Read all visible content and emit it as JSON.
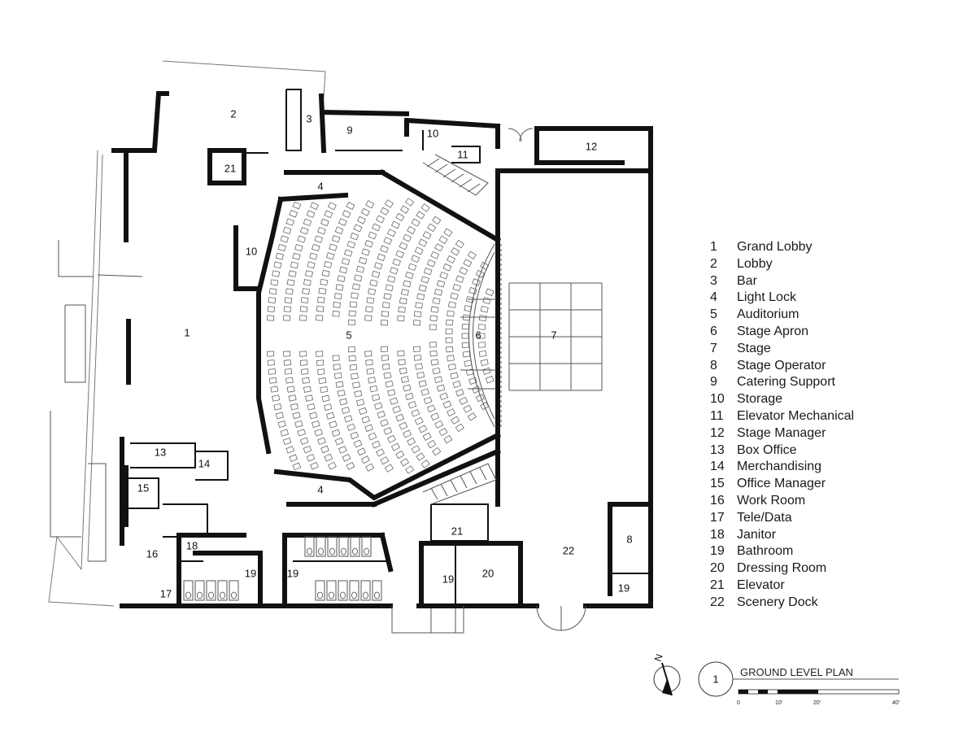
{
  "legend": [
    {
      "num": "1",
      "name": "Grand Lobby"
    },
    {
      "num": "2",
      "name": "Lobby"
    },
    {
      "num": "3",
      "name": "Bar"
    },
    {
      "num": "4",
      "name": "Light Lock"
    },
    {
      "num": "5",
      "name": "Auditorium"
    },
    {
      "num": "6",
      "name": "Stage Apron"
    },
    {
      "num": "7",
      "name": "Stage"
    },
    {
      "num": "8",
      "name": "Stage Operator"
    },
    {
      "num": "9",
      "name": "Catering Support"
    },
    {
      "num": "10",
      "name": "Storage"
    },
    {
      "num": "11",
      "name": "Elevator Mechanical"
    },
    {
      "num": "12",
      "name": "Stage Manager"
    },
    {
      "num": "13",
      "name": "Box Office"
    },
    {
      "num": "14",
      "name": "Merchandising"
    },
    {
      "num": "15",
      "name": "Office Manager"
    },
    {
      "num": "16",
      "name": "Work Room"
    },
    {
      "num": "17",
      "name": "Tele/Data"
    },
    {
      "num": "18",
      "name": "Janitor"
    },
    {
      "num": "19",
      "name": "Bathroom"
    },
    {
      "num": "20",
      "name": "Dressing Room"
    },
    {
      "num": "21",
      "name": "Elevator"
    },
    {
      "num": "22",
      "name": "Scenery Dock"
    }
  ],
  "rooms": {
    "r1": "1",
    "r2": "2",
    "r3": "3",
    "r4a": "4",
    "r4b": "4",
    "r5": "5",
    "r6": "6",
    "r7": "7",
    "r8": "8",
    "r9": "9",
    "r10a": "10",
    "r10b": "10",
    "r11": "11",
    "r12": "12",
    "r13": "13",
    "r14": "14",
    "r15": "15",
    "r16": "16",
    "r17": "17",
    "r18": "18",
    "r19a": "19",
    "r19b": "19",
    "r19c": "19",
    "r19d": "19",
    "r20": "20",
    "r21a": "21",
    "r21b": "21",
    "r22": "22"
  },
  "title": {
    "marker": "1",
    "label": "GROUND LEVEL PLAN",
    "north": "N"
  },
  "scale": {
    "ticks": [
      "0",
      "10'",
      "20'",
      "40'"
    ]
  }
}
